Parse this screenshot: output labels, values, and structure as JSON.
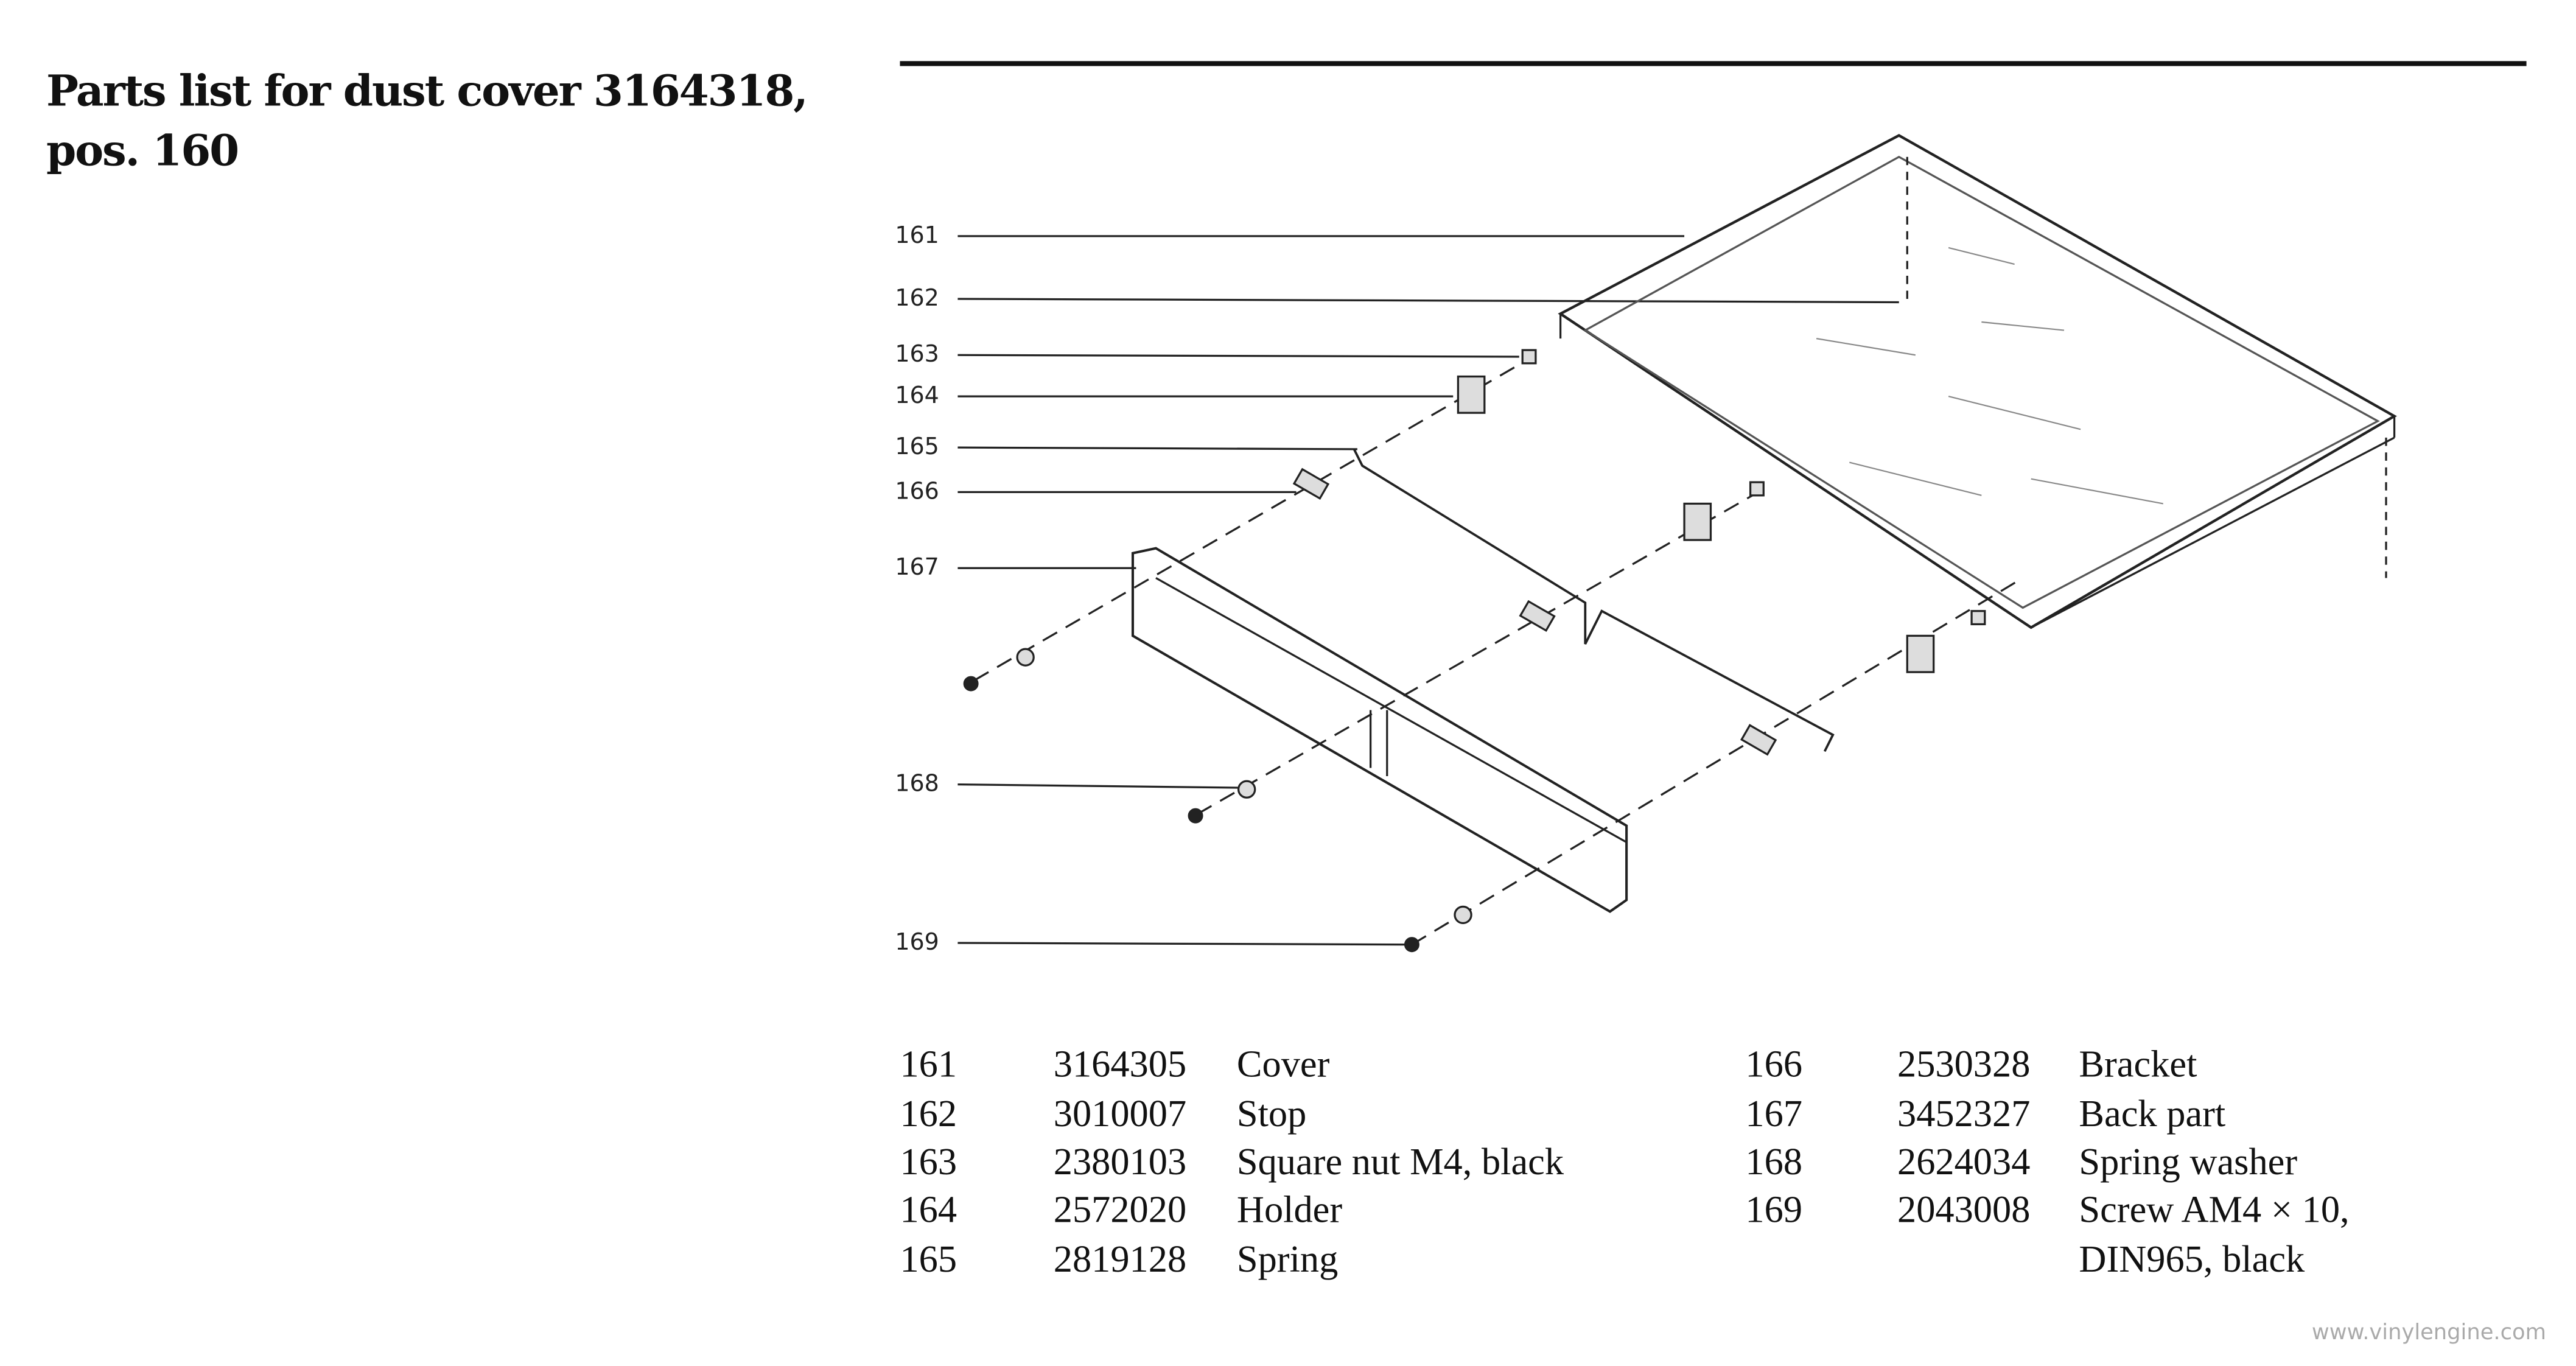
{
  "title": {
    "line1": "Parts list for dust cover 3164318,",
    "line2": "pos. 160"
  },
  "callouts": [
    "161",
    "162",
    "163",
    "164",
    "165",
    "166",
    "167",
    "168",
    "169"
  ],
  "parts_left": [
    {
      "pos": "161",
      "number": "3164305",
      "description": "Cover"
    },
    {
      "pos": "162",
      "number": "3010007",
      "description": "Stop"
    },
    {
      "pos": "163",
      "number": "2380103",
      "description": "Square nut M4, black"
    },
    {
      "pos": "164",
      "number": "2572020",
      "description": "Holder"
    },
    {
      "pos": "165",
      "number": "2819128",
      "description": "Spring"
    }
  ],
  "parts_right": [
    {
      "pos": "166",
      "number": "2530328",
      "description": "Bracket"
    },
    {
      "pos": "167",
      "number": "3452327",
      "description": "Back part"
    },
    {
      "pos": "168",
      "number": "2624034",
      "description": "Spring washer"
    },
    {
      "pos": "169",
      "number": "2043008",
      "description": "Screw AM4 × 10,",
      "description2": "DIN965, black"
    }
  ],
  "watermark": "www.vinylengine.com"
}
